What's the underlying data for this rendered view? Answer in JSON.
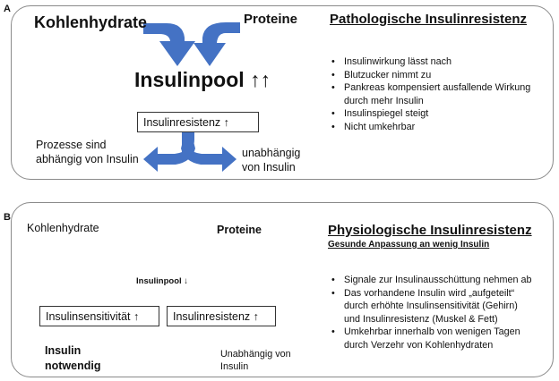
{
  "panel_a": {
    "label": "A",
    "carbs": "Kohlenhydrate",
    "proteins": "Proteine",
    "pool": "Insulinpool ↑↑",
    "resistance_box": "Insulinresistenz ↑",
    "dependent": [
      "Prozesse sind",
      "abhängig von Insulin"
    ],
    "independent": [
      "unabhängig",
      "von Insulin"
    ],
    "heading": "Pathologische Insulinresistenz",
    "bullets": [
      [
        "Insulinwirkung lässt nach"
      ],
      [
        "Blutzucker nimmt zu"
      ],
      [
        "Pankreas kompensiert ausfallende Wirkung",
        "durch mehr Insulin"
      ],
      [
        "Insulinspiegel steigt"
      ],
      [
        "Nicht umkehrbar"
      ]
    ]
  },
  "panel_b": {
    "label": "B",
    "carbs": "Kohlenhydrate",
    "proteins": "Proteine",
    "pool": "Insulinpool ↓",
    "sensitivity_box": "Insulinsensitivität ↑",
    "resistance_box": "Insulinresistenz ↑",
    "necessary": [
      "Insulin",
      "notwendig"
    ],
    "independent": [
      "Unabhängig von",
      "Insulin"
    ],
    "heading": "Physiologische Insulinresistenz",
    "subheading": "Gesunde Anpassung an wenig Insulin",
    "bullets": [
      [
        "Signale zur Insulinausschüttung nehmen ab"
      ],
      [
        "Das vorhandene Insulin wird „aufgeteilt“",
        "durch erhöhte Insulinsensitivität (Gehirn)",
        "und Insulinresistenz (Muskel & Fett)"
      ],
      [
        "Umkehrbar innerhalb von wenigen Tagen",
        "durch Verzehr von Kohlenhydraten"
      ]
    ]
  },
  "colors": {
    "arrow": "#4472c4",
    "border": "#8a8a8a"
  }
}
